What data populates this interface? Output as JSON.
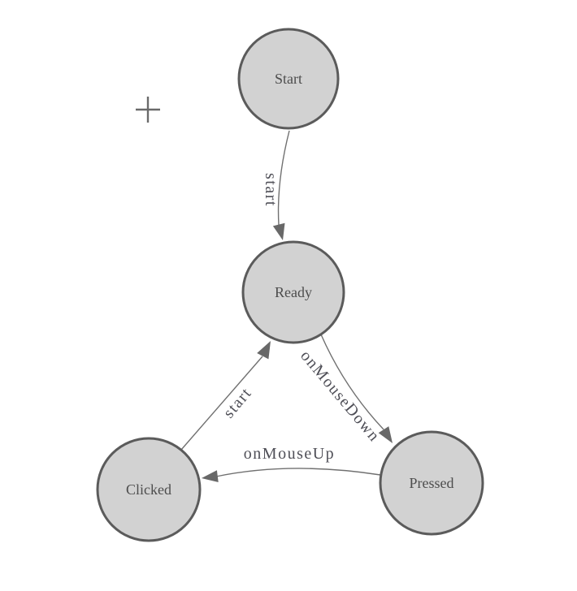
{
  "diagram": {
    "kind": "state-machine-graph",
    "nodes": [
      {
        "id": "start",
        "label": "Start"
      },
      {
        "id": "ready",
        "label": "Ready"
      },
      {
        "id": "clicked",
        "label": "Clicked"
      },
      {
        "id": "pressed",
        "label": "Pressed"
      }
    ],
    "edges": [
      {
        "from": "start",
        "to": "ready",
        "label": "start"
      },
      {
        "from": "ready",
        "to": "pressed",
        "label": "onMouseDown"
      },
      {
        "from": "pressed",
        "to": "clicked",
        "label": "onMouseUp"
      },
      {
        "from": "clicked",
        "to": "ready",
        "label": "start"
      }
    ],
    "icons": {
      "crosshair": "plus-crosshair-icon"
    },
    "colors": {
      "background": "#ffffff",
      "node_fill": "#d2d2d2",
      "node_border": "#5b5b5b",
      "node_text": "#4d4d4d",
      "edge_line": "#707070",
      "arrow_fill": "#686868",
      "edge_text": "#4f4f57",
      "crosshair": "#6a6a6a"
    }
  }
}
